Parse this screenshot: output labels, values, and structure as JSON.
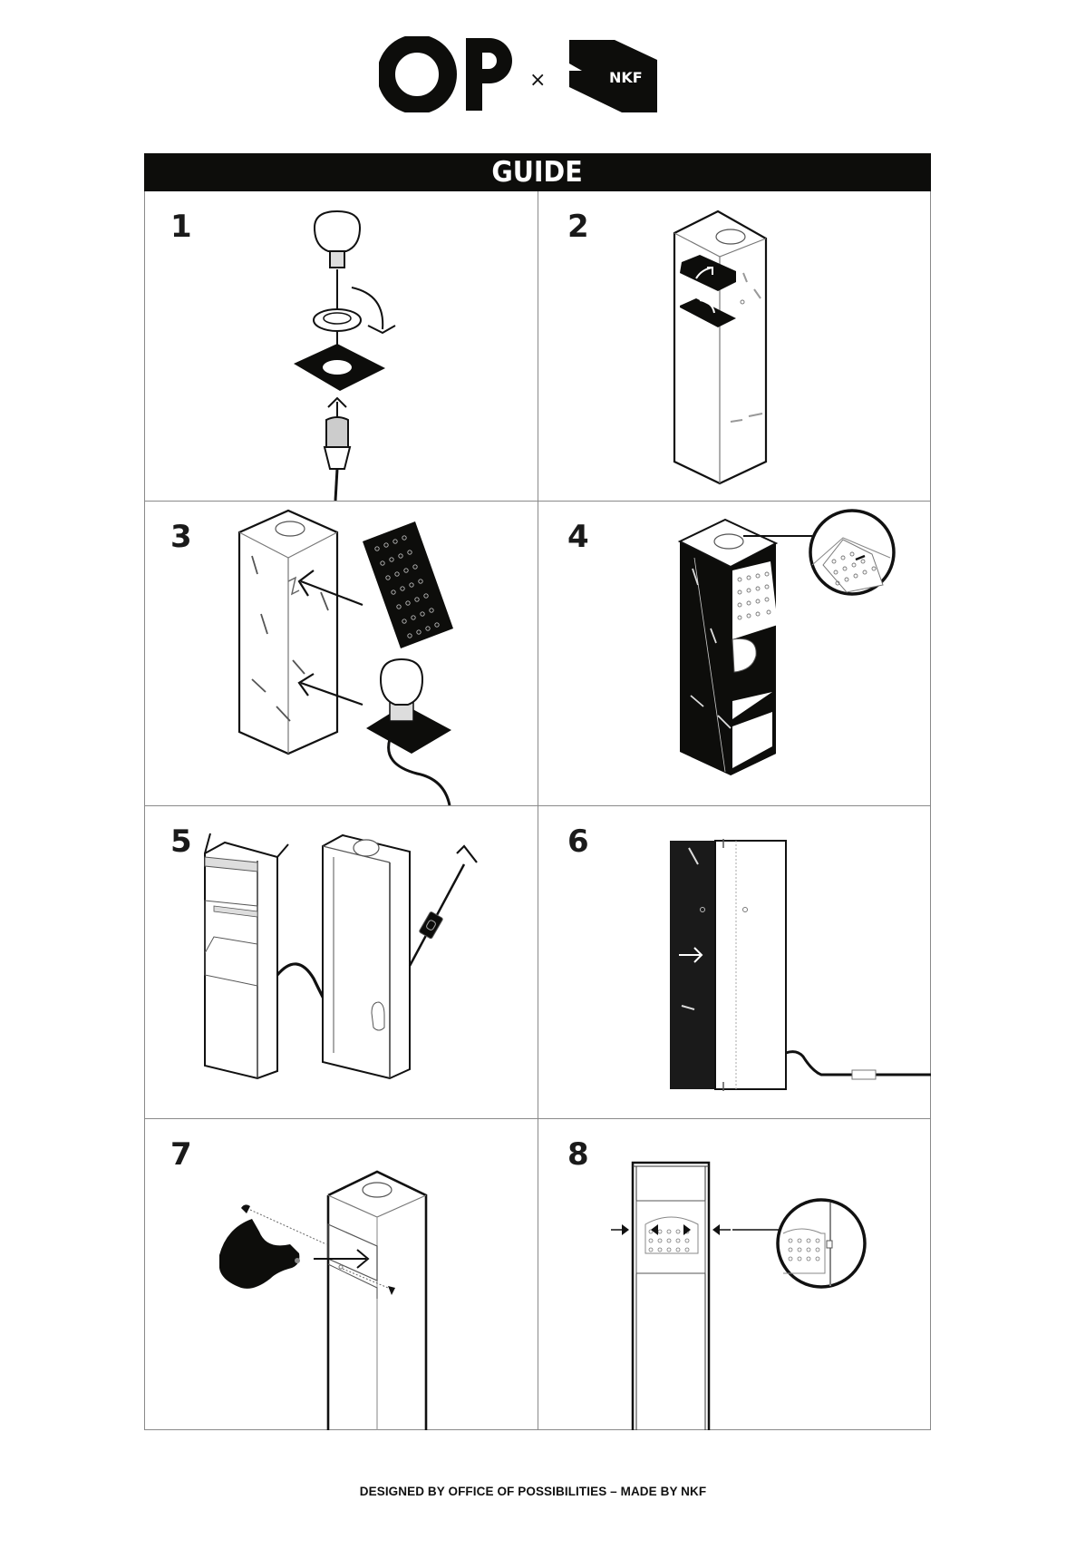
{
  "header": {
    "brand_left": "OP",
    "separator": "×",
    "brand_right": "NKF",
    "title": "GUIDE"
  },
  "steps": [
    {
      "number": "1",
      "illustration": "bulb-socket-plate-assembly"
    },
    {
      "number": "2",
      "illustration": "fold-tabs-in-box"
    },
    {
      "number": "3",
      "illustration": "insert-perforated-panel-and-bulb"
    },
    {
      "number": "4",
      "illustration": "assembled-interior-detail-zoom"
    },
    {
      "number": "5",
      "illustration": "route-cable-through-housing"
    },
    {
      "number": "6",
      "illustration": "slide-cover-panel"
    },
    {
      "number": "7",
      "illustration": "attach-bracket-with-screws"
    },
    {
      "number": "8",
      "illustration": "clip-shade-into-housing-zoom"
    }
  ],
  "footer": {
    "text": "DESIGNED BY OFFICE OF POSSIBILITIES – MADE BY NKF"
  }
}
